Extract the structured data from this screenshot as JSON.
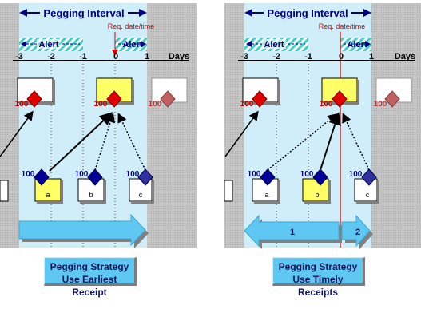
{
  "panels": [
    {
      "id": "left",
      "interval_label": "Pegging Interval",
      "req_label": "Req. date/time",
      "alert_label": "Alert",
      "axis_ticks": [
        "-3",
        "-2",
        "-1",
        "0",
        "1"
      ],
      "days_label": "Days",
      "demand_qty": [
        "100",
        "100",
        "100"
      ],
      "receipt_qty": [
        "100",
        "100",
        "100"
      ],
      "receipt_labels": [
        "a",
        "b",
        "c"
      ],
      "caption_line1": "Pegging Strategy",
      "caption_line2": "Use Earliest Receipt",
      "bar_numbers": []
    },
    {
      "id": "right",
      "interval_label": "Pegging Interval",
      "req_label": "Req. date/time",
      "alert_label": "Alert",
      "axis_ticks": [
        "-3",
        "-2",
        "-1",
        "0",
        "1"
      ],
      "days_label": "Days",
      "demand_qty": [
        "100",
        "100",
        "100"
      ],
      "receipt_qty": [
        "100",
        "100",
        "100"
      ],
      "receipt_labels": [
        "a",
        "b",
        "c"
      ],
      "caption_line1": "Pegging Strategy",
      "caption_line2": "Use Timely Receipts",
      "bar_numbers": [
        "1",
        "2"
      ]
    }
  ],
  "colors": {
    "interval_bg": "#cfeefa",
    "outside_bg": "#c0c0c0",
    "hatch": "#3ed1c8",
    "navy": "#000080",
    "red_diamond": "#e00000",
    "qty_red": "#cc0000",
    "yellow_box": "#ffff66",
    "arrow_blue": "#5ec7f2",
    "req_line": "#cc0000"
  }
}
